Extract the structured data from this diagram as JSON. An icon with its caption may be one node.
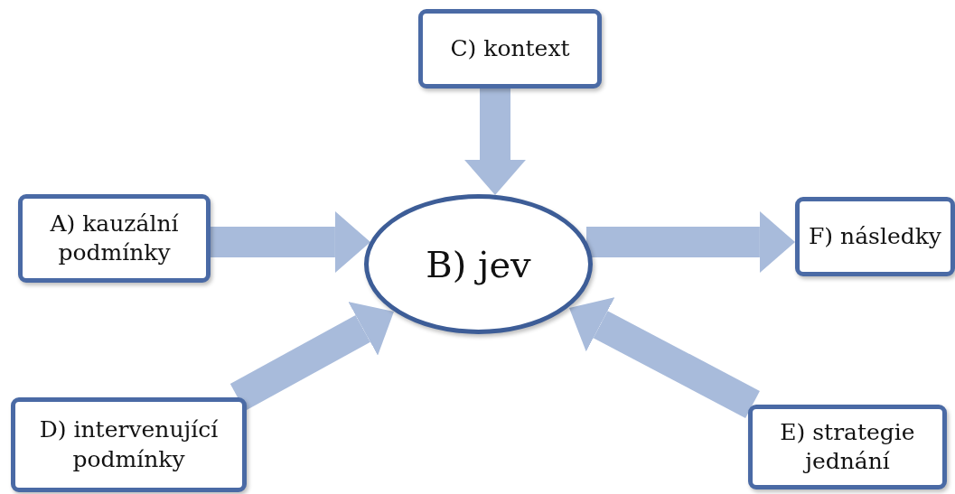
{
  "diagram": {
    "nodes": [
      {
        "text": [
          "C) kontext"
        ]
      },
      {
        "text": [
          "A) kauzální podmínky"
        ]
      },
      {
        "text": [
          "B) jev"
        ]
      },
      {
        "text": [
          "F) následky"
        ]
      },
      {
        "text": [
          "D) intervenující podmínky"
        ]
      },
      {
        "text": [
          "E) strategie jednání"
        ]
      }
    ],
    "edges": [
      {
        "from": 0,
        "to": 2,
        "arrow": "to"
      },
      {
        "from": 1,
        "to": 2,
        "arrow": "to"
      },
      {
        "from": 2,
        "to": 3,
        "arrow": "to"
      },
      {
        "from": 4,
        "to": 2,
        "arrow": "to"
      },
      {
        "from": 5,
        "to": 2,
        "arrow": "to"
      }
    ]
  }
}
